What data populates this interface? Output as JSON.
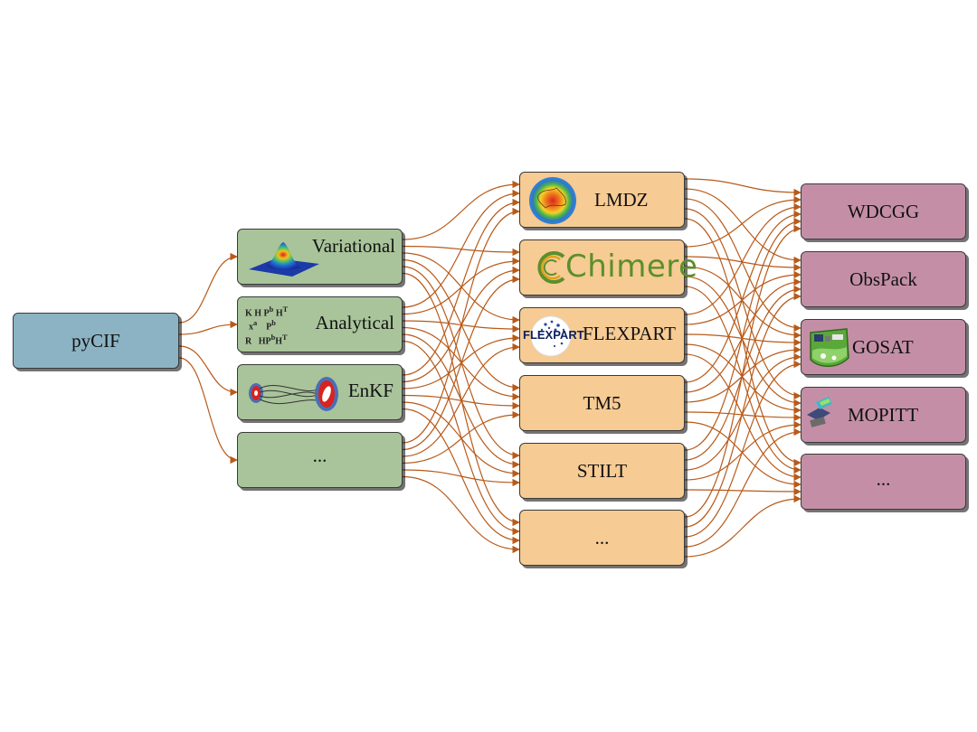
{
  "root": {
    "label": "pyCIF"
  },
  "methods": [
    {
      "id": "variational",
      "label": "Variational",
      "icon": "gaussian-surface-icon"
    },
    {
      "id": "analytical",
      "label": "Analytical",
      "icon": "matrix-formula-icon"
    },
    {
      "id": "enkf",
      "label": "EnKF",
      "icon": "ensemble-ellipse-icon"
    },
    {
      "id": "methods-more",
      "label": "...",
      "icon": ""
    }
  ],
  "models": [
    {
      "id": "lmdz",
      "label": "LMDZ",
      "icon": "globe-map-icon"
    },
    {
      "id": "chimere",
      "label": "",
      "logo_text": "Chimere",
      "icon": "chimere-logo-icon"
    },
    {
      "id": "flexpart",
      "label": "FLEXPART",
      "logo_text": "FLEXPART",
      "icon": "flexpart-logo-icon"
    },
    {
      "id": "tm5",
      "label": "TM5",
      "icon": ""
    },
    {
      "id": "stilt",
      "label": "STILT",
      "icon": ""
    },
    {
      "id": "models-more",
      "label": "...",
      "icon": ""
    }
  ],
  "observations": [
    {
      "id": "wdcgg",
      "label": "WDCGG",
      "icon": ""
    },
    {
      "id": "obspack",
      "label": "ObsPack",
      "icon": ""
    },
    {
      "id": "gosat",
      "label": "GOSAT",
      "icon": "satellite-logo-icon"
    },
    {
      "id": "mopitt",
      "label": "MOPITT",
      "icon": "satellite-instrument-icon"
    },
    {
      "id": "obs-more",
      "label": "...",
      "icon": ""
    }
  ],
  "colors": {
    "root": "#8cb3c4",
    "method": "#a9c49a",
    "model": "#f6cb94",
    "observation": "#c48fa6",
    "arrow": "#b85a1a"
  }
}
